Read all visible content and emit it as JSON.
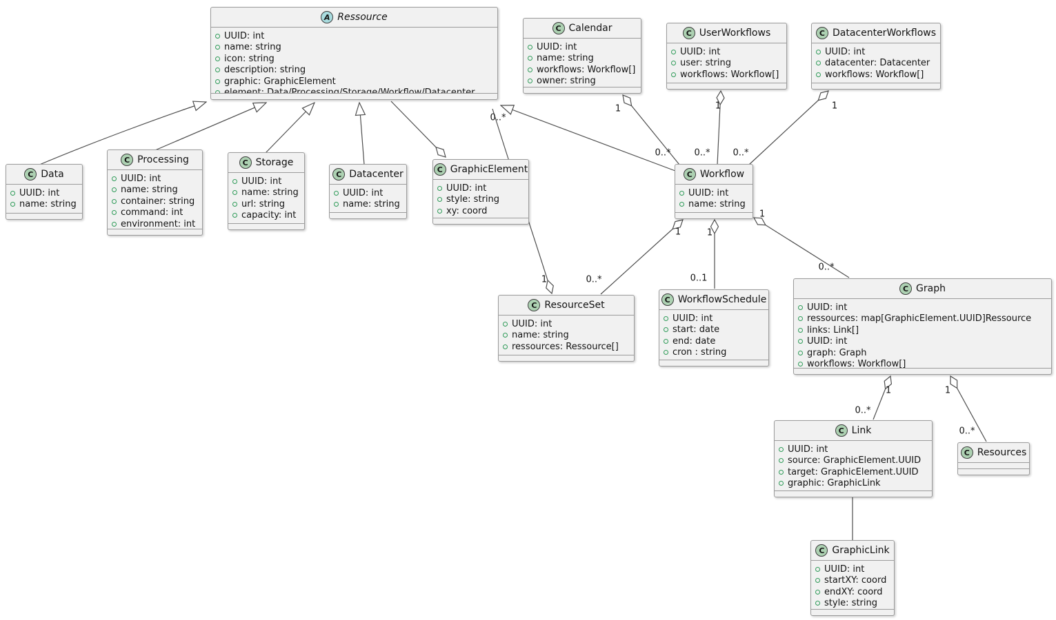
{
  "diagram_type": "uml-class-diagram",
  "colors": {
    "background": "#FFFFFF",
    "class_fill": "#F1F1F1",
    "class_border": "#9B9B9B",
    "class_circle_fill": "#ADD1B2",
    "abstract_circle_fill": "#A9DCDF",
    "field_visibility_circle": "#2E9B58",
    "edge": "#4D4D4D",
    "text": "#121212"
  },
  "classes": [
    {
      "id": "ressource",
      "stereotype": "A",
      "abstract": true,
      "name": "Ressource",
      "attributes": [
        "UUID: int",
        "name: string",
        "icon: string",
        "description: string",
        "graphic: GraphicElement",
        "element: Data/Processing/Storage/Workflow/Datacenter"
      ]
    },
    {
      "id": "calendar",
      "stereotype": "C",
      "abstract": false,
      "name": "Calendar",
      "attributes": [
        "UUID: int",
        "name: string",
        "workflows: Workflow[]",
        "owner: string"
      ]
    },
    {
      "id": "userworkflows",
      "stereotype": "C",
      "abstract": false,
      "name": "UserWorkflows",
      "attributes": [
        "UUID: int",
        "user: string",
        "workflows: Workflow[]"
      ]
    },
    {
      "id": "datacenterworkflows",
      "stereotype": "C",
      "abstract": false,
      "name": "DatacenterWorkflows",
      "attributes": [
        "UUID: int",
        "datacenter: Datacenter",
        "workflows: Workflow[]"
      ]
    },
    {
      "id": "data",
      "stereotype": "C",
      "abstract": false,
      "name": "Data",
      "attributes": [
        "UUID: int",
        "name: string"
      ]
    },
    {
      "id": "processing",
      "stereotype": "C",
      "abstract": false,
      "name": "Processing",
      "attributes": [
        "UUID: int",
        "name: string",
        "container: string",
        "command: int",
        "environment: int"
      ]
    },
    {
      "id": "storage",
      "stereotype": "C",
      "abstract": false,
      "name": "Storage",
      "attributes": [
        "UUID: int",
        "name: string",
        "url: string",
        "capacity: int"
      ]
    },
    {
      "id": "datacenter",
      "stereotype": "C",
      "abstract": false,
      "name": "Datacenter",
      "attributes": [
        "UUID: int",
        "name: string"
      ]
    },
    {
      "id": "graphicelement",
      "stereotype": "C",
      "abstract": false,
      "name": "GraphicElement",
      "attributes": [
        "UUID: int",
        "style: string",
        "xy: coord"
      ]
    },
    {
      "id": "workflow",
      "stereotype": "C",
      "abstract": false,
      "name": "Workflow",
      "attributes": [
        "UUID: int",
        "name: string"
      ]
    },
    {
      "id": "resourceset",
      "stereotype": "C",
      "abstract": false,
      "name": "ResourceSet",
      "attributes": [
        "UUID: int",
        "name: string",
        "ressources: Ressource[]"
      ]
    },
    {
      "id": "workflowschedule",
      "stereotype": "C",
      "abstract": false,
      "name": "WorkflowSchedule",
      "attributes": [
        "UUID: int",
        "start: date",
        "end: date",
        "cron : string"
      ]
    },
    {
      "id": "graph",
      "stereotype": "C",
      "abstract": false,
      "name": "Graph",
      "attributes": [
        "UUID: int",
        "ressources: map[GraphicElement.UUID]Ressource",
        "links: Link[]",
        "UUID: int",
        "graph: Graph",
        "workflows: Workflow[]"
      ]
    },
    {
      "id": "link",
      "stereotype": "C",
      "abstract": false,
      "name": "Link",
      "attributes": [
        "UUID: int",
        "source: GraphicElement.UUID",
        "target: GraphicElement.UUID",
        "graphic: GraphicLink"
      ]
    },
    {
      "id": "resources",
      "stereotype": "C",
      "abstract": false,
      "name": "Resources",
      "attributes": []
    },
    {
      "id": "graphiclink",
      "stereotype": "C",
      "abstract": false,
      "name": "GraphicLink",
      "attributes": [
        "UUID: int",
        "startXY: coord",
        "endXY: coord",
        "style: string"
      ]
    }
  ],
  "relations": [
    {
      "id": "data-extends-ressource",
      "type": "generalization",
      "from": "Data",
      "to": "Ressource"
    },
    {
      "id": "processing-extends-ressource",
      "type": "generalization",
      "from": "Processing",
      "to": "Ressource"
    },
    {
      "id": "storage-extends-ressource",
      "type": "generalization",
      "from": "Storage",
      "to": "Ressource"
    },
    {
      "id": "datacenter-extends-ressource",
      "type": "generalization",
      "from": "Datacenter",
      "to": "Ressource"
    },
    {
      "id": "workflow-extends-ressource",
      "type": "generalization",
      "from": "Workflow",
      "to": "Ressource"
    },
    {
      "id": "graphicelement-aggregates-ressource",
      "type": "aggregation",
      "whole": "GraphicElement",
      "part": "Ressource"
    },
    {
      "id": "resourceset-aggregates-ressource",
      "type": "aggregation",
      "whole": "ResourceSet",
      "part": "Ressource",
      "whole_label": "1",
      "part_label": "0..*"
    },
    {
      "id": "calendar-aggregates-workflow",
      "type": "aggregation",
      "whole": "Calendar",
      "part": "Workflow",
      "whole_label": "1",
      "part_label": "0..*"
    },
    {
      "id": "userworkflows-aggregates-workflow",
      "type": "aggregation",
      "whole": "UserWorkflows",
      "part": "Workflow",
      "whole_label": "1",
      "part_label": "0..*"
    },
    {
      "id": "datacenterworkflows-aggregates-workflow",
      "type": "aggregation",
      "whole": "DatacenterWorkflows",
      "part": "Workflow",
      "whole_label": "1",
      "part_label": "0..*"
    },
    {
      "id": "workflow-aggregates-resourceset",
      "type": "aggregation",
      "whole": "Workflow",
      "part": "ResourceSet",
      "whole_label": "1",
      "part_label": "0..*"
    },
    {
      "id": "workflow-aggregates-workflowschedule",
      "type": "aggregation",
      "whole": "Workflow",
      "part": "WorkflowSchedule",
      "whole_label": "1",
      "part_label": "0..1"
    },
    {
      "id": "workflow-aggregates-graph",
      "type": "aggregation",
      "whole": "Workflow",
      "part": "Graph",
      "whole_label": "1",
      "part_label": "0..*"
    },
    {
      "id": "graph-aggregates-link",
      "type": "aggregation",
      "whole": "Graph",
      "part": "Link",
      "whole_label": "1",
      "part_label": "0..*"
    },
    {
      "id": "graph-aggregates-resources",
      "type": "aggregation",
      "whole": "Graph",
      "part": "Resources",
      "whole_label": "1",
      "part_label": "0..*"
    },
    {
      "id": "link-graphiclink",
      "type": "association",
      "from": "Link",
      "to": "GraphicLink"
    }
  ]
}
